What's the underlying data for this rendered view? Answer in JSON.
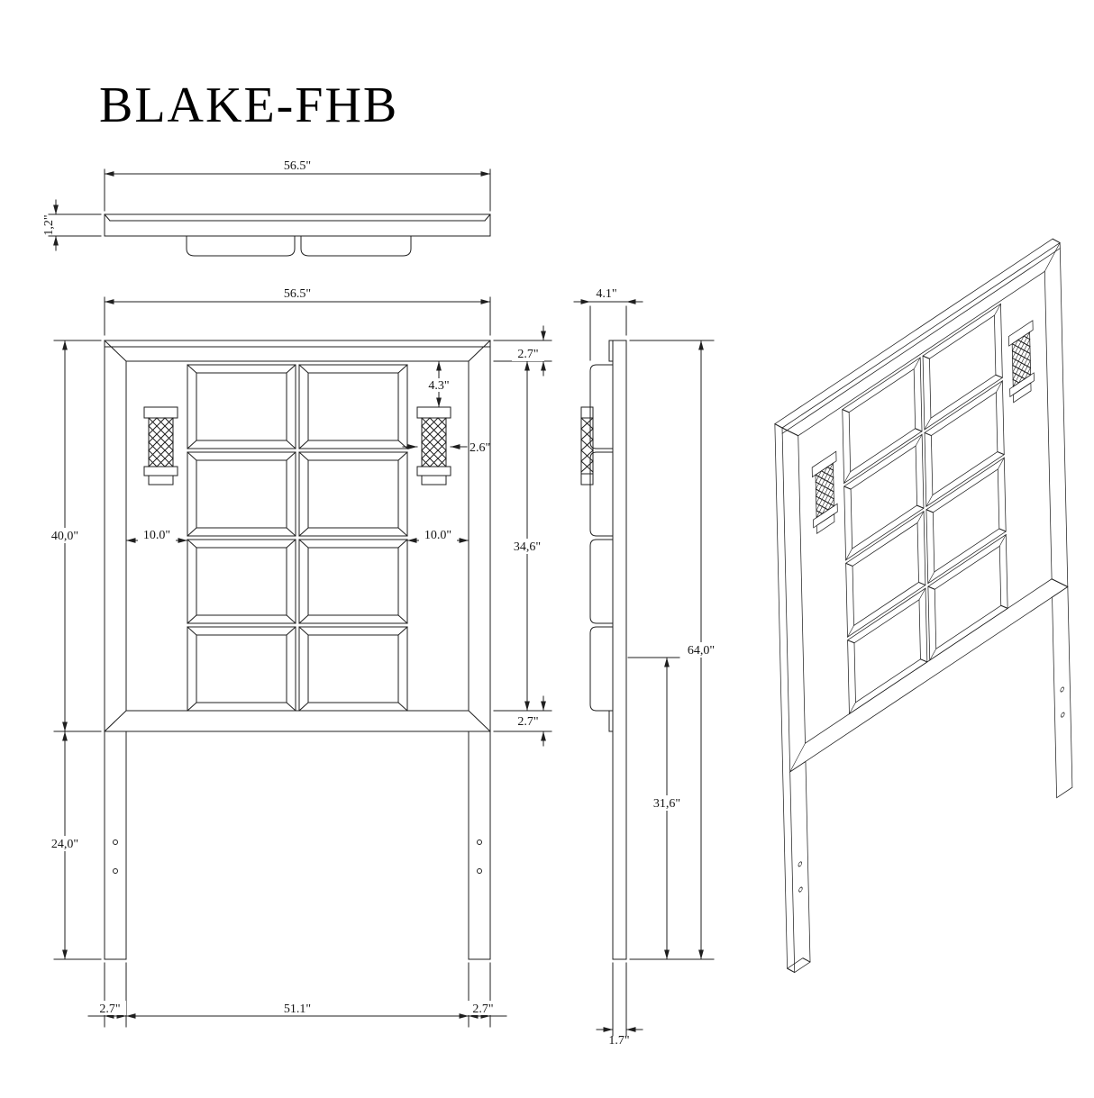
{
  "title": "BLAKE-FHB",
  "top_view": {
    "width": "56.5\"",
    "thickness": "1,2\""
  },
  "front_view": {
    "width": "56.5\"",
    "cap_height": "2.7\"",
    "sconce_drop": "4.3\"",
    "sconce_width": "2.6\"",
    "panel_height": "40,0\"",
    "left_offset": "10.0\"",
    "right_offset": "10.0\"",
    "inner_height": "34,6\"",
    "rail_height": "2.7\"",
    "leg_length": "24,0\"",
    "left_leg_width": "2.7\"",
    "inner_width": "51.1\"",
    "right_leg_width": "2.7\""
  },
  "side_view": {
    "depth": "4.1\"",
    "total_height": "64,0\"",
    "leg_height": "31,6\"",
    "base_depth": "1.7\""
  },
  "line_color": "#1f1f1f",
  "background": "#ffffff"
}
